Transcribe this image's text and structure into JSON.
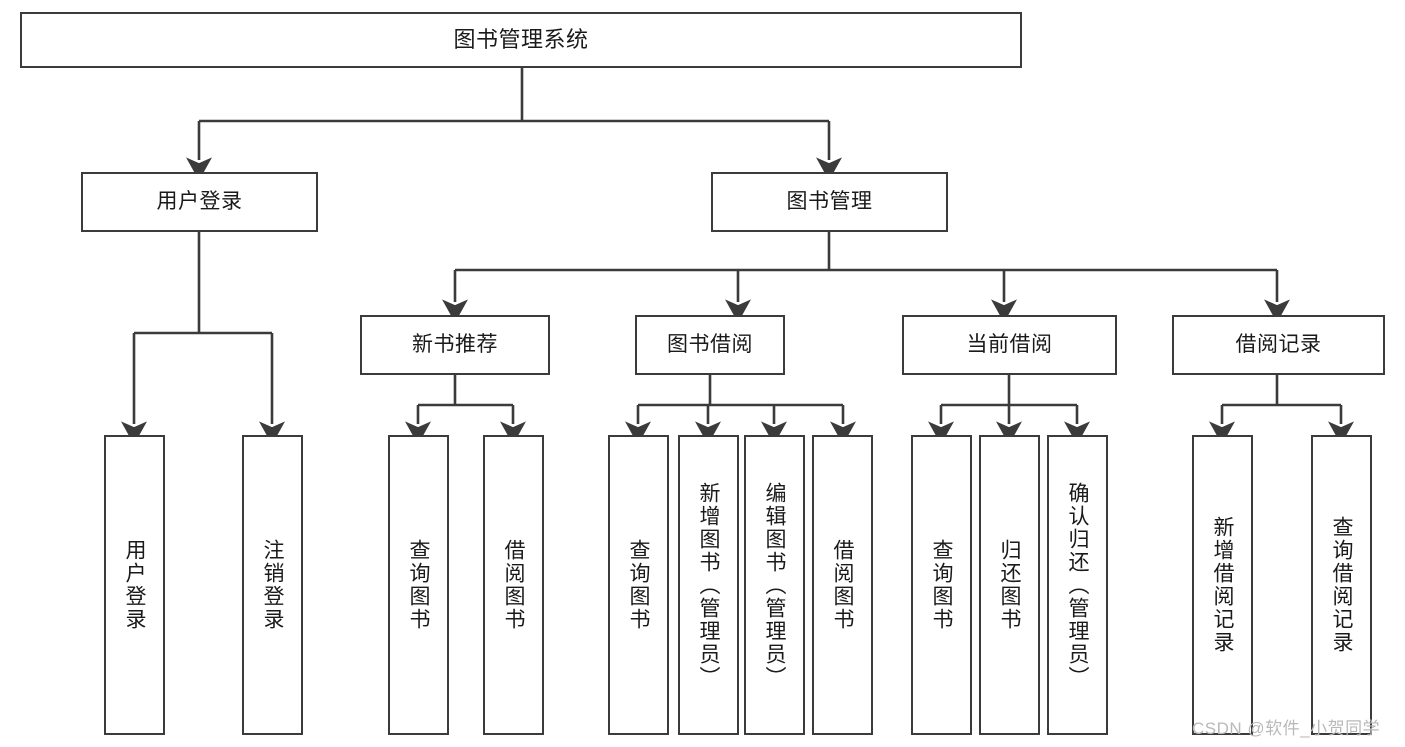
{
  "diagram": {
    "title": "图书管理系统",
    "type": "hierarchy-tree",
    "root": {
      "label": "图书管理系统"
    },
    "level1": [
      {
        "label": "用户登录"
      },
      {
        "label": "图书管理"
      }
    ],
    "level2": [
      {
        "label": "新书推荐"
      },
      {
        "label": "图书借阅"
      },
      {
        "label": "当前借阅"
      },
      {
        "label": "借阅记录"
      }
    ],
    "leaves": {
      "user_login": [
        {
          "label": "用户登录"
        },
        {
          "label": "注销登录"
        }
      ],
      "new_book_recommend": [
        {
          "label": "查询图书"
        },
        {
          "label": "借阅图书"
        }
      ],
      "book_borrow": [
        {
          "label": "查询图书"
        },
        {
          "label": "新增图书（管理员）"
        },
        {
          "label": "编辑图书（管理员）"
        },
        {
          "label": "借阅图书"
        }
      ],
      "current_borrow": [
        {
          "label": "查询图书"
        },
        {
          "label": "归还图书"
        },
        {
          "label": "确认归还（管理员）"
        }
      ],
      "borrow_record": [
        {
          "label": "新增借阅记录"
        },
        {
          "label": "查询借阅记录"
        }
      ]
    }
  },
  "watermark": {
    "text": "CSDN @软件_小贺同学"
  },
  "colors": {
    "stroke": "#3b3b3b",
    "background": "#ffffff",
    "text": "#1a1a1a",
    "watermark": "#b9b9b9"
  }
}
